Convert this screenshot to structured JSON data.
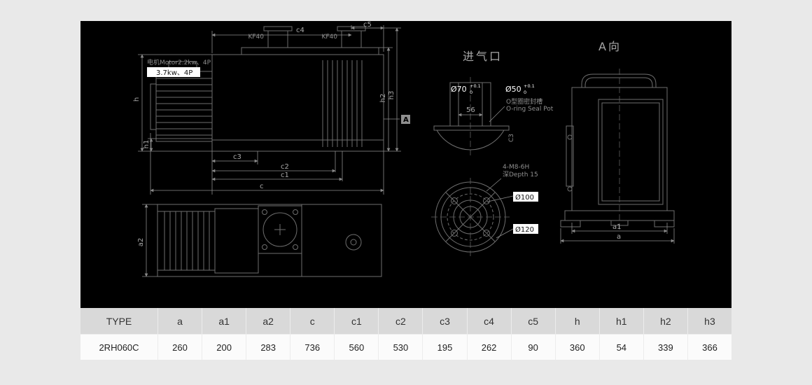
{
  "drawing": {
    "motor_note_line1": "电机Motor2.2kw、4P",
    "motor_note_line2": "3.7kw、4P",
    "kf40": "KF40",
    "inlet_title": "进气口",
    "view_a_title": "A向",
    "dia70": "Ø70",
    "dia50": "Ø50",
    "tol_upper": "+0.1",
    "tol_lower": "0",
    "dim_56": "56",
    "oring_note_cn": "O型圈密封槽",
    "oring_note_en": "O-ring Seal Pot",
    "chamfer": "C3",
    "bolt_note_line1": "4-M8-6H",
    "bolt_note_line2": "深Depth 15",
    "dia100": "Ø100",
    "dia120": "Ø120",
    "section_marker": "A",
    "dims": {
      "c4": "c4",
      "c5": "c5",
      "c3": "c3",
      "c2": "c2",
      "c1": "c1",
      "c": "c",
      "h": "h",
      "h1": "h1",
      "h2": "h2",
      "h3": "h3",
      "a2": "a2",
      "a1": "a1",
      "a": "a"
    }
  },
  "table": {
    "headers": [
      "TYPE",
      "a",
      "a1",
      "a2",
      "c",
      "c1",
      "c2",
      "c3",
      "c4",
      "c5",
      "h",
      "h1",
      "h2",
      "h3"
    ],
    "rows": [
      [
        "2RH060C",
        "260",
        "200",
        "283",
        "736",
        "560",
        "530",
        "195",
        "262",
        "90",
        "360",
        "54",
        "339",
        "366"
      ]
    ]
  }
}
